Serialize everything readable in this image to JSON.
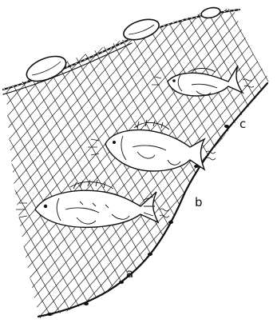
{
  "figure": {
    "labels": [
      {
        "id": "a",
        "text": "a"
      },
      {
        "id": "b",
        "text": "b"
      },
      {
        "id": "c",
        "text": "c"
      }
    ]
  }
}
